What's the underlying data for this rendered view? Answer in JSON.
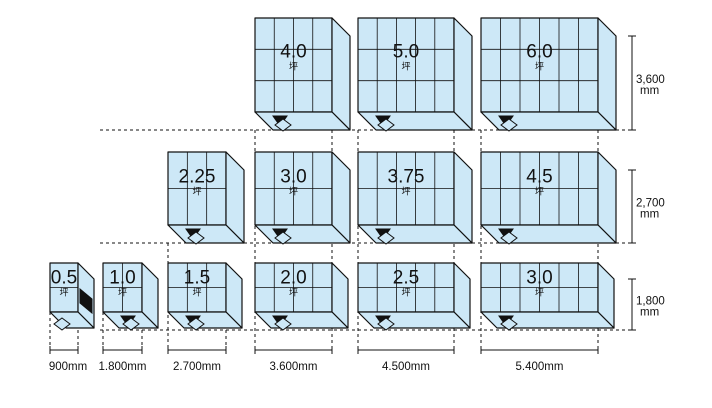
{
  "colors": {
    "fill": "#cde8f7",
    "stroke": "#111111",
    "door": "#111111",
    "background": "#ffffff"
  },
  "unit_char": "坪",
  "rows": [
    {
      "height_label": "3,600",
      "height_unit": "mm",
      "units": [
        {
          "size": "4.0",
          "col": 3
        },
        {
          "size": "5.0",
          "col": 4
        },
        {
          "size": "6.0",
          "col": 5
        }
      ]
    },
    {
      "height_label": "2,700",
      "height_unit": "mm",
      "units": [
        {
          "size": "2.25",
          "col": 2
        },
        {
          "size": "3.0",
          "col": 3
        },
        {
          "size": "3.75",
          "col": 4
        },
        {
          "size": "4.5",
          "col": 5
        }
      ]
    },
    {
      "height_label": "1,800",
      "height_unit": "mm",
      "units": [
        {
          "size": "0.5",
          "col": 0
        },
        {
          "size": "1.0",
          "col": 1
        },
        {
          "size": "1.5",
          "col": 2
        },
        {
          "size": "2.0",
          "col": 3
        },
        {
          "size": "2.5",
          "col": 4
        },
        {
          "size": "3.0",
          "col": 5
        }
      ]
    }
  ],
  "widths": [
    "900mm",
    "1.800mm",
    "2.700mm",
    "3.600mm",
    "4.500mm",
    "5.400mm"
  ]
}
